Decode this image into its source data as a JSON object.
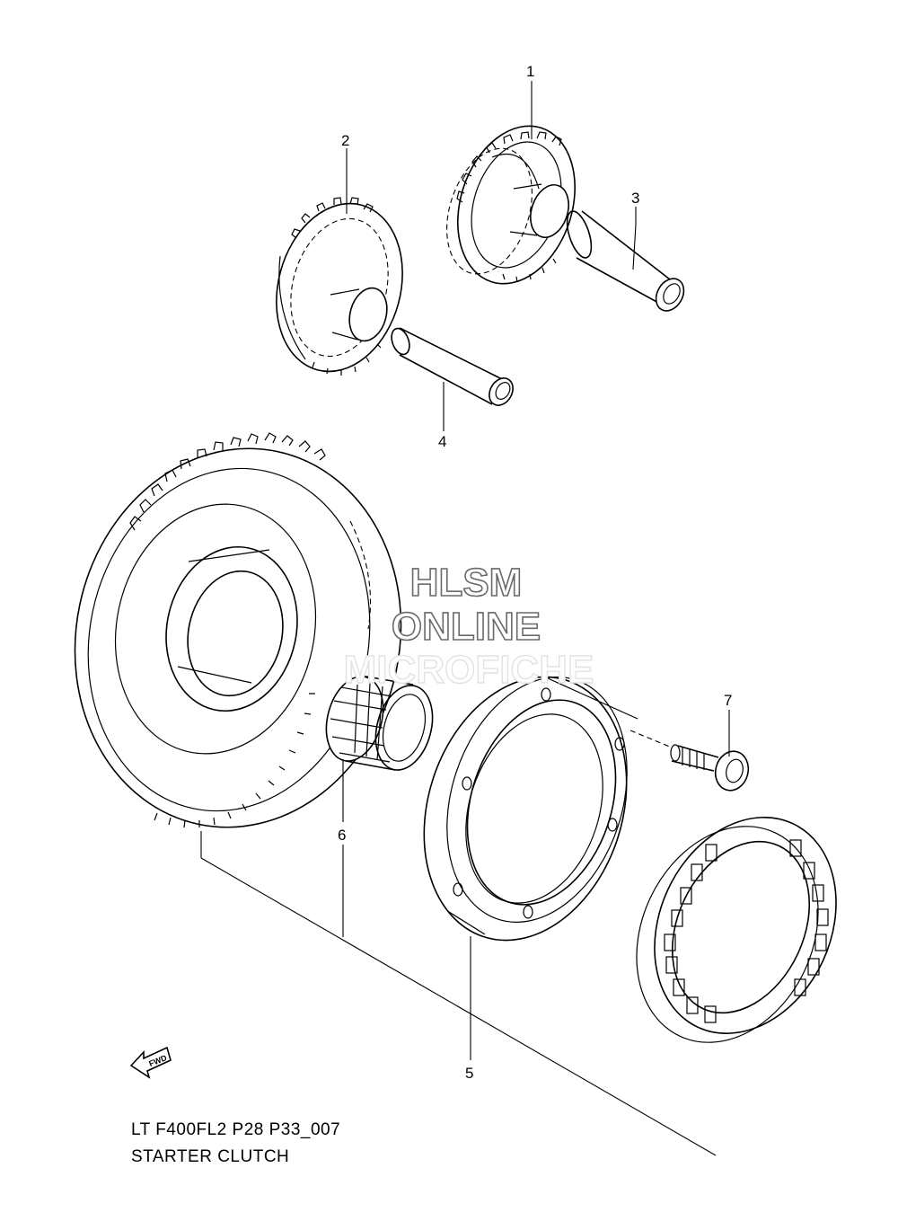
{
  "diagram": {
    "callouts": [
      {
        "id": "1",
        "text": "1"
      },
      {
        "id": "2",
        "text": "2"
      },
      {
        "id": "3",
        "text": "3"
      },
      {
        "id": "4",
        "text": "4"
      },
      {
        "id": "5",
        "text": "5"
      },
      {
        "id": "6",
        "text": "6"
      },
      {
        "id": "7",
        "text": "7"
      }
    ],
    "fwd_arrow_label": "FWD",
    "caption": {
      "line1": "LT F400FL2 P28 P33_007",
      "line2": "STARTER CLUTCH"
    }
  },
  "watermark": {
    "line1": "HLSM",
    "line2": "ONLINE",
    "line3": "MICROFICHE"
  }
}
